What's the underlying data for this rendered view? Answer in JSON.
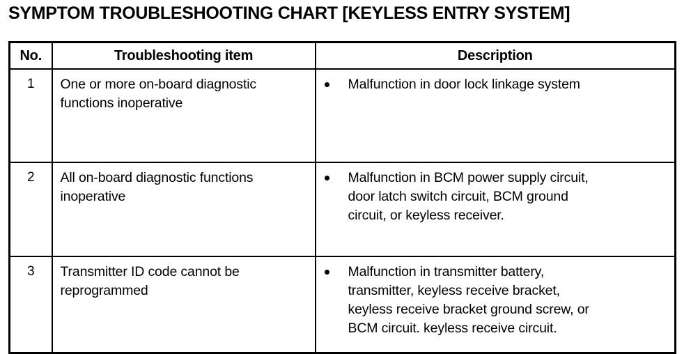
{
  "document": {
    "title": "SYMPTOM TROUBLESHOOTING CHART [KEYLESS ENTRY SYSTEM]"
  },
  "table": {
    "headers": {
      "no": "No.",
      "item": "Troubleshooting item",
      "description": "Description"
    },
    "rows": [
      {
        "no": "1",
        "item": "One or more on-board diagnostic functions inoperative",
        "description": "Malfunction in door lock linkage system"
      },
      {
        "no": "2",
        "item": "All on-board diagnostic functions inoperative",
        "description": "Malfunction in BCM power supply circuit,\ndoor latch switch circuit, BCM ground\ncircuit, or keyless receiver."
      },
      {
        "no": "3",
        "item": "Transmitter ID code cannot be reprogrammed",
        "description": "Malfunction in transmitter battery,\ntransmitter, keyless receive bracket,\nkeyless receive bracket ground screw, or\nBCM circuit. keyless receive circuit."
      }
    ]
  },
  "colors": {
    "background": "#ffffff",
    "text": "#000000",
    "border": "#000000"
  }
}
